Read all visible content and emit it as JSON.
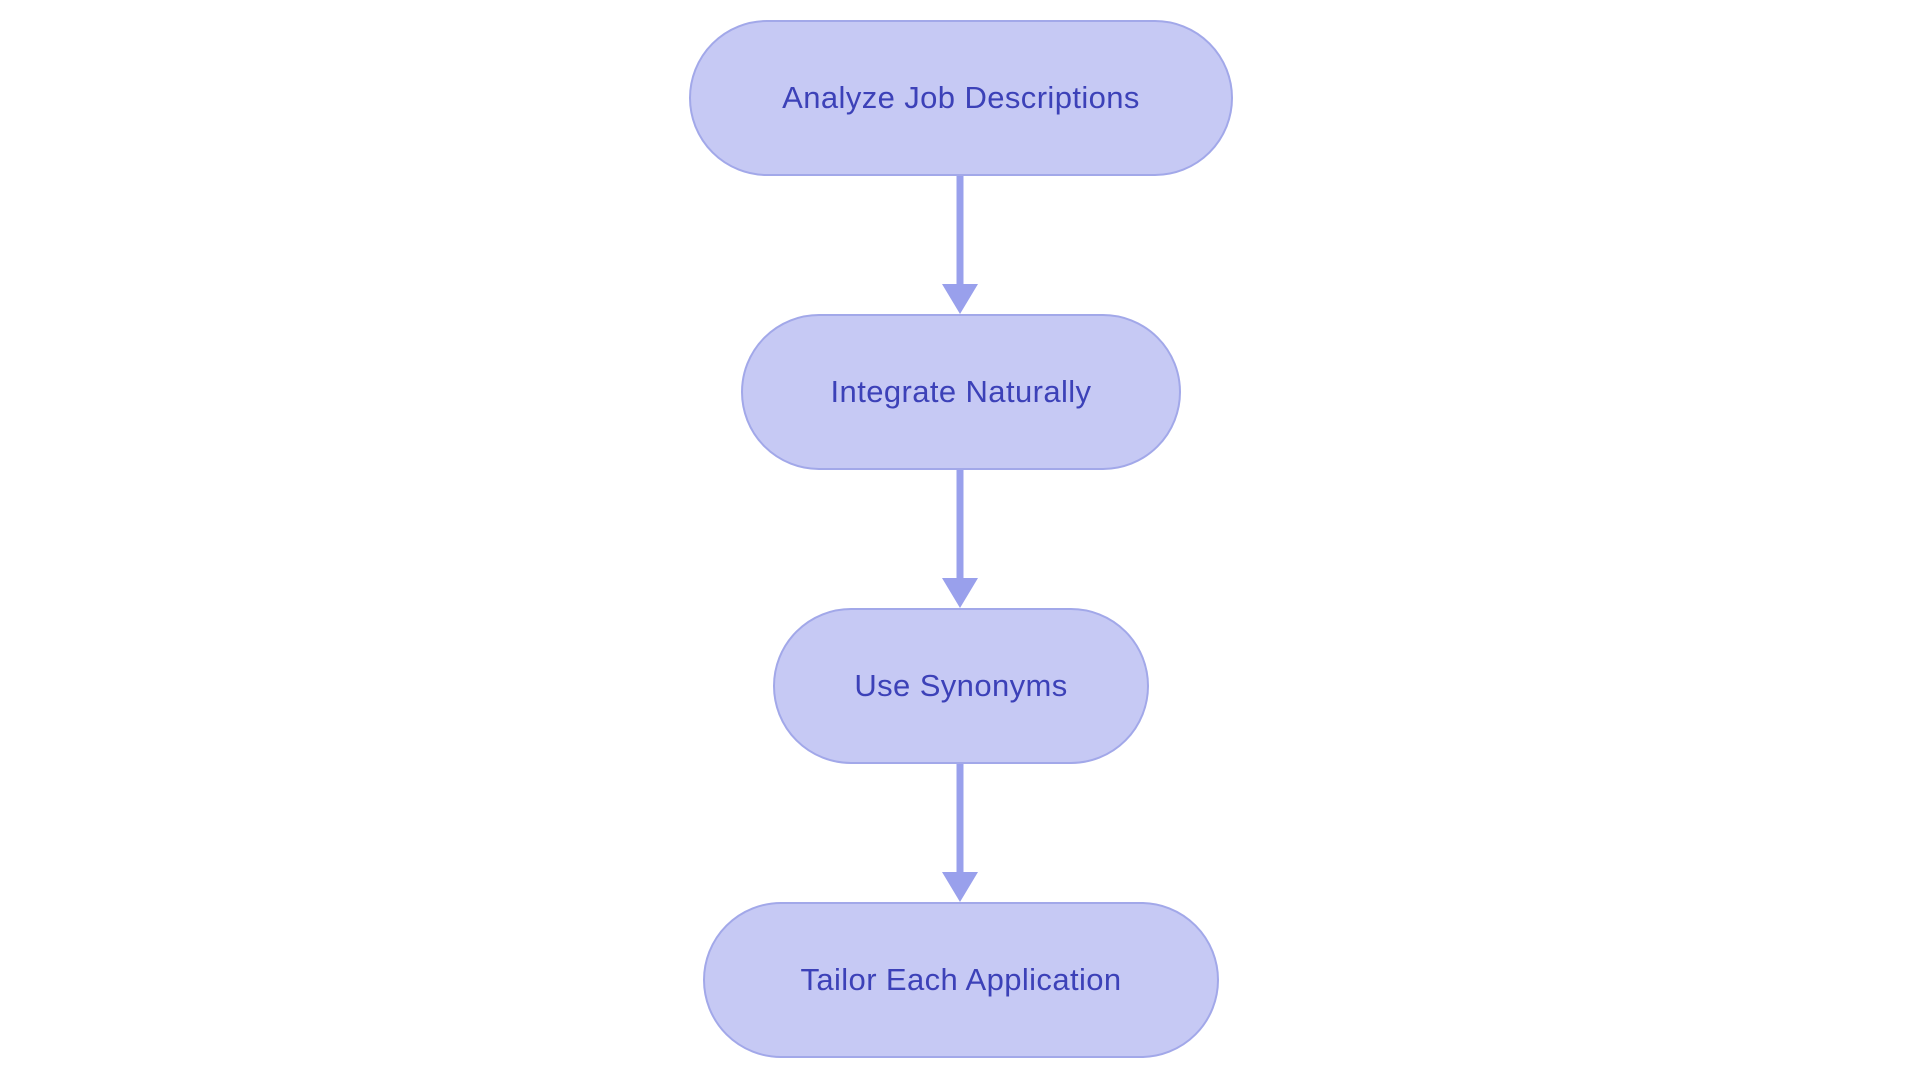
{
  "diagram": {
    "type": "flowchart",
    "direction": "top-down",
    "nodes": [
      {
        "id": "analyze-job-descriptions",
        "label": "Analyze Job Descriptions"
      },
      {
        "id": "integrate-naturally",
        "label": "Integrate Naturally"
      },
      {
        "id": "use-synonyms",
        "label": "Use Synonyms"
      },
      {
        "id": "tailor-each-application",
        "label": "Tailor Each Application"
      }
    ],
    "edges": [
      {
        "from": "analyze-job-descriptions",
        "to": "integrate-naturally"
      },
      {
        "from": "integrate-naturally",
        "to": "use-synonyms"
      },
      {
        "from": "use-synonyms",
        "to": "tailor-each-application"
      }
    ]
  },
  "colors": {
    "background": "#ffffff",
    "node_fill": "#c6c9f4",
    "node_border": "#a2a8e9",
    "node_text": "#3c41b8",
    "arrow": "#99a0ec"
  }
}
